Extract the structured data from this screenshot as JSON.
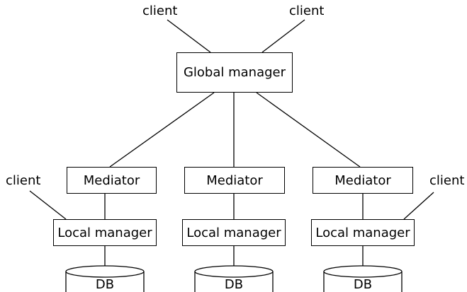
{
  "diagram": {
    "client_label": "client",
    "global_manager": "Global manager",
    "mediator": "Mediator",
    "local_manager": "Local manager",
    "db": "DB"
  }
}
